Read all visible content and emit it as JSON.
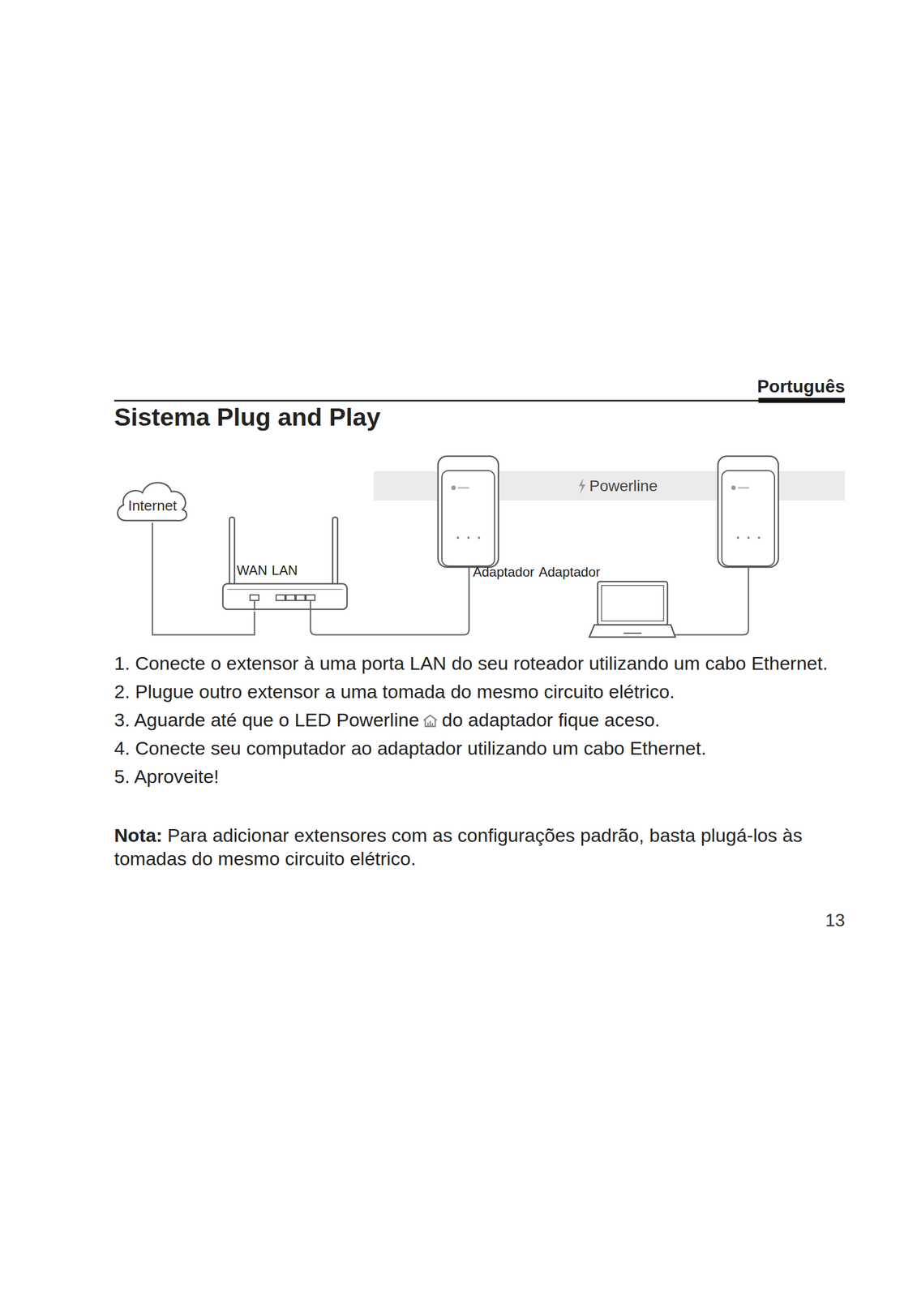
{
  "diagram": {
    "title": "Sistema Plug and Play",
    "nodes": [
      {
        "text": [
          "Internet"
        ]
      },
      {
        "text": [
          "WAN",
          "LAN"
        ]
      },
      {
        "text": [
          "Powerline"
        ]
      }
    ],
    "edges": [
      {
        "from": 0,
        "to": 1,
        "arrow": "none"
      }
    ],
    "labels": [
      "Português",
      "Adaptador",
      "Adaptador",
      "1. Conecte o extensor à uma porta LAN do seu roteador utilizando um cabo Ethernet.",
      "2. Plugue outro extensor a uma tomada do mesmo circuito elétrico.",
      "3. Aguarde até que o LED Powerline",
      "do adaptador fique aceso.",
      "4. Conecte seu computador ao adaptador utilizando um cabo Ethernet.",
      "5. Aproveite!",
      "Nota:",
      "Para adicionar extensores com as configurações padrão, basta plugá-los às tomadas do mesmo circuito elétrico.",
      "13"
    ]
  }
}
